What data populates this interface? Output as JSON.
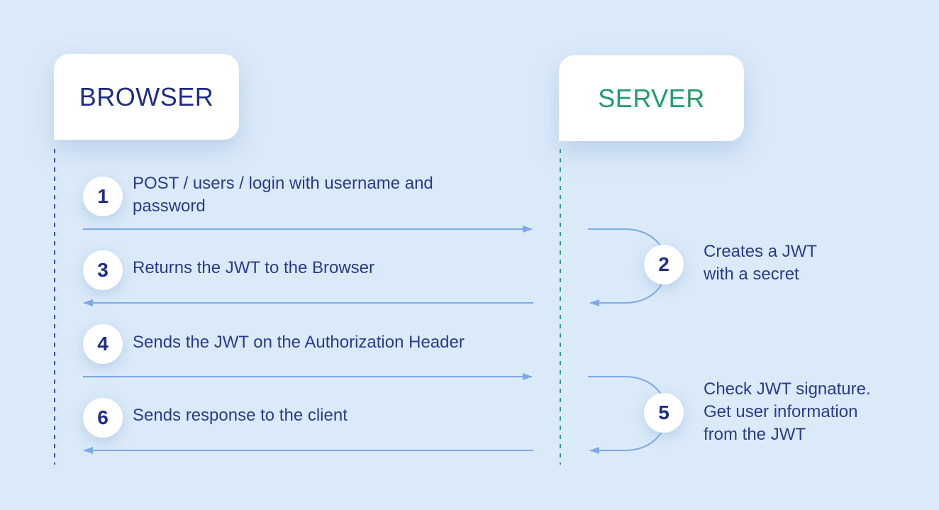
{
  "actors": {
    "browser": "BROWSER",
    "server": "SERVER"
  },
  "steps": [
    {
      "num": "1",
      "text": "POST / users / login with username and\npassword"
    },
    {
      "num": "2",
      "text": "Creates a JWT\nwith a secret"
    },
    {
      "num": "3",
      "text": "Returns the JWT to the Browser"
    },
    {
      "num": "4",
      "text": "Sends the JWT on the Authorization Header"
    },
    {
      "num": "5",
      "text": "Check JWT signature.\nGet user information\nfrom the JWT"
    },
    {
      "num": "6",
      "text": "Sends response to the client"
    }
  ],
  "colors": {
    "background": "#dbeaf9",
    "browser_text": "#1f2d8a",
    "server_text": "#1f9e6a",
    "arrow": "#7fa9e6",
    "browser_lifeline": "#3a4fa0",
    "server_lifeline": "#2ea37a"
  }
}
